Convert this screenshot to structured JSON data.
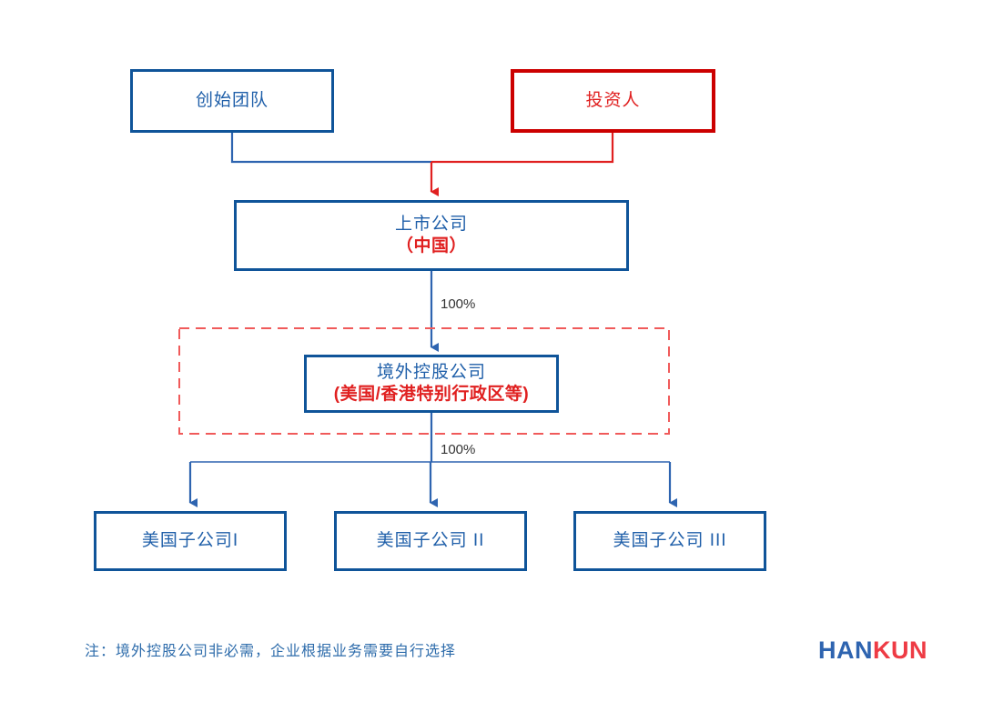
{
  "diagram": {
    "title_text": "",
    "colors": {
      "blue_border": "#0F5499",
      "blue_text": "#1F5FA9",
      "red_border": "#CC0000",
      "red_text": "#E02020",
      "connector_blue": "#2E64B0",
      "connector_red": "#E02020",
      "dashed_red": "#F05A5A"
    },
    "nodes": {
      "founder": {
        "label": "创始团队"
      },
      "investor": {
        "label": "投资人"
      },
      "listed_company": {
        "line1": "上市公司",
        "line2": "（中国）"
      },
      "offshore_holding": {
        "line1": "境外控股公司",
        "line2": "(美国/香港特别行政区等)"
      },
      "subsidiary_1": {
        "label": "美国子公司I"
      },
      "subsidiary_2": {
        "label": "美国子公司 II"
      },
      "subsidiary_3": {
        "label": "美国子公司 III"
      }
    },
    "edges": {
      "listed_to_offshore_pct": "100%",
      "offshore_to_subs_pct": "100%"
    },
    "footnote": "注：境外控股公司非必需，企业根据业务需要自行选择",
    "logo": {
      "part1": "HAN",
      "part2": "KUN"
    }
  }
}
